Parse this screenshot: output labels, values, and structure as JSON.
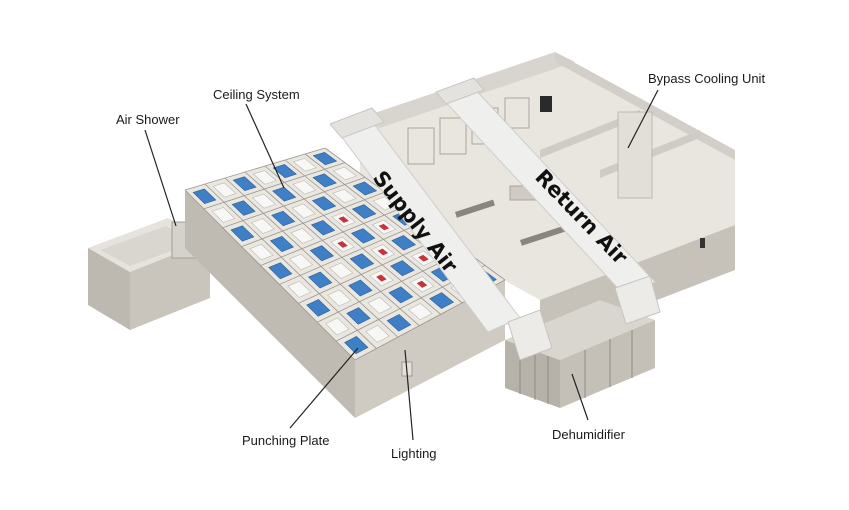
{
  "labels": {
    "ceiling_system": "Ceiling System",
    "air_shower": "Air Shower",
    "bypass_cooling_unit": "Bypass Cooling Unit",
    "supply_air": "Supply Air",
    "return_air": "Return Air",
    "punching_plate": "Punching Plate",
    "lighting": "Lighting",
    "dehumidifier": "Dehumidifier"
  },
  "colors": {
    "wall": "#dcd9d2",
    "wall_dark": "#b9b5ad",
    "floor": "#e9e6e0",
    "grid_line": "#9a968f",
    "ceiling_panel": "#f2f0ec",
    "punching_plate": "#3f7fc6",
    "lighting": "#f7f7f5",
    "red_fixture": "#c7333a",
    "duct": "#eeeeec",
    "unit": "#c9c5be",
    "leader": "#222222"
  }
}
